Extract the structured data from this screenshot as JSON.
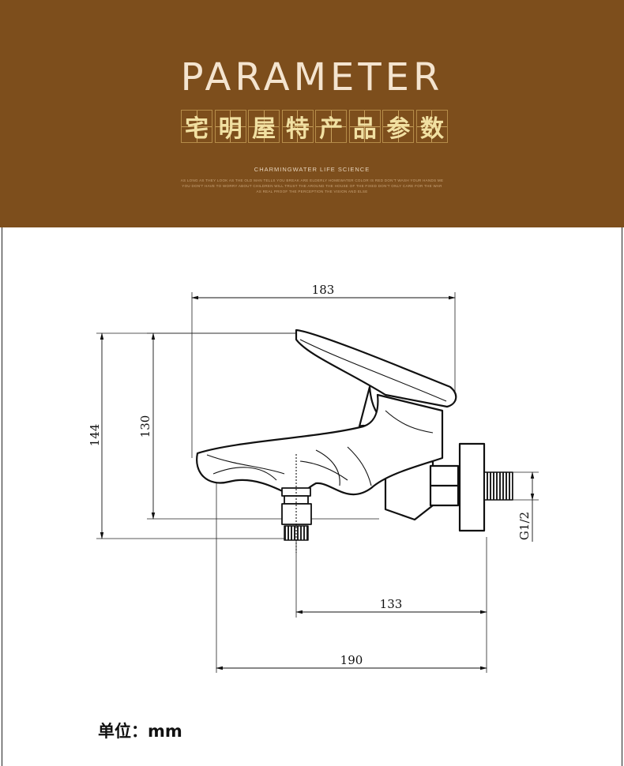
{
  "header": {
    "title": "PARAMETER",
    "cn_title_chars": [
      "宅",
      "明",
      "屋",
      "特",
      "产",
      "品",
      "参",
      "数"
    ],
    "brand": "CHARMINGWATER LIFE SCIENCE",
    "fine_print": [
      "AS LONG AS THEY LOOK AS THE OLD MAN TELLS YOU BREAK ARE ELDERLY HOMEWATER COLOR IS RED DON'T WASH YOUR HANDS ME",
      "YOU DON'T HAVE TO WORRY ABOUT CHILDREN WILL TRUST THE AROUND THE HOUSE OF THE FIXED DON'T ONLY CARE FOR THE WAR",
      "AS REAL PROOF THE PERCEPTION THE VISION AND ELSE"
    ],
    "colors": {
      "background": "#7d4e1c",
      "title": "#f4e4cf",
      "cn_title": "#f1e0a2"
    }
  },
  "dimensions": {
    "top_width": "183",
    "height_outer": "144",
    "height_inner": "130",
    "center_offset": "133",
    "total_width": "190",
    "thread": "G1/2"
  },
  "footer": {
    "unit_label": "单位：mm"
  }
}
